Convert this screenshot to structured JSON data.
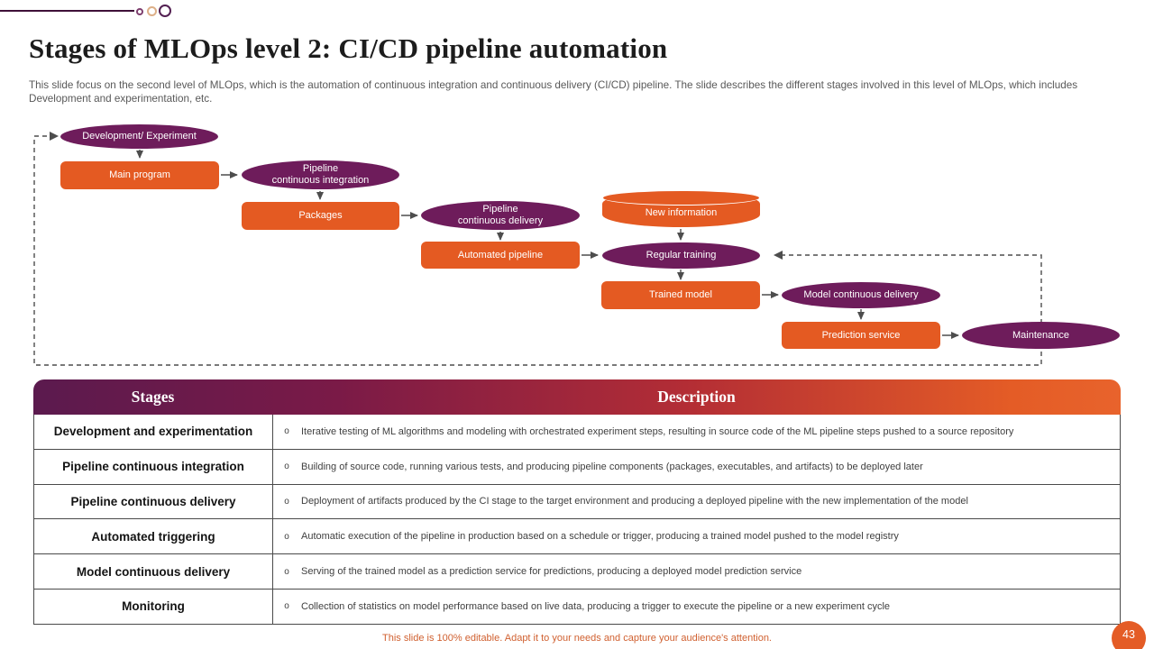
{
  "slide": {
    "title": "Stages of MLOps level 2: CI/CD pipeline automation",
    "subtitle": "This slide focus on the second level of MLOps, which is the automation of continuous integration and continuous delivery (CI/CD) pipeline. The slide describes the different stages involved in this level of MLOps, which includes Development and experimentation, etc.",
    "footer_note": "This slide is 100% editable. Adapt it to your needs and capture your audience's attention.",
    "page_number": "43"
  },
  "colors": {
    "node_purple": "#6E1C5B",
    "node_orange": "#E45A22",
    "header_gradient_left": "#5B1A4E",
    "header_gradient_right": "#E8632C",
    "arrow_gray": "#4D4D4D",
    "footer_text": "#D06030",
    "deco_ring_tan": "#DDAF88",
    "deco_ring_purple": "#532052"
  },
  "flowchart": {
    "nodes": [
      {
        "id": "development-experiment",
        "shape": "ellipse",
        "label": "Development/ Experiment"
      },
      {
        "id": "main-program",
        "shape": "rect",
        "label": "Main program"
      },
      {
        "id": "pipeline-continuous-integration",
        "shape": "ellipse",
        "label": "Pipeline\ncontinuous integration"
      },
      {
        "id": "packages",
        "shape": "rect",
        "label": "Packages"
      },
      {
        "id": "pipeline-continuous-delivery",
        "shape": "ellipse",
        "label": "Pipeline\ncontinuous delivery"
      },
      {
        "id": "automated-pipeline",
        "shape": "rect",
        "label": "Automated pipeline"
      },
      {
        "id": "new-information",
        "shape": "cylinder",
        "label": "New information"
      },
      {
        "id": "regular-training",
        "shape": "ellipse",
        "label": "Regular training"
      },
      {
        "id": "trained-model",
        "shape": "rect",
        "label": "Trained model"
      },
      {
        "id": "model-continuous-delivery",
        "shape": "ellipse",
        "label": "Model continuous delivery"
      },
      {
        "id": "prediction-service",
        "shape": "rect",
        "label": "Prediction service"
      },
      {
        "id": "maintenance",
        "shape": "ellipse",
        "label": "Maintenance"
      }
    ]
  },
  "table": {
    "bullet": "o",
    "headers": [
      "Stages",
      "Description"
    ],
    "rows": [
      {
        "stage": "Development and experimentation",
        "description": "Iterative testing of ML algorithms and modeling with orchestrated experiment steps, resulting in source code of the ML pipeline steps pushed to a source repository"
      },
      {
        "stage": "Pipeline continuous integration",
        "description": "Building of source code, running various tests, and producing pipeline components (packages, executables, and artifacts) to be deployed later"
      },
      {
        "stage": "Pipeline continuous delivery",
        "description": "Deployment of artifacts produced by the CI stage to the target environment and producing a deployed pipeline with the new implementation of the model"
      },
      {
        "stage": "Automated triggering",
        "description": "Automatic execution of the pipeline in production based on a schedule or trigger, producing a trained model pushed to the model registry"
      },
      {
        "stage": "Model continuous delivery",
        "description": "Serving of the trained model as a prediction service for predictions, producing a deployed model prediction service"
      },
      {
        "stage": "Monitoring",
        "description": "Collection of statistics on model performance based on live data, producing a trigger to execute the pipeline or a new experiment cycle"
      }
    ]
  }
}
